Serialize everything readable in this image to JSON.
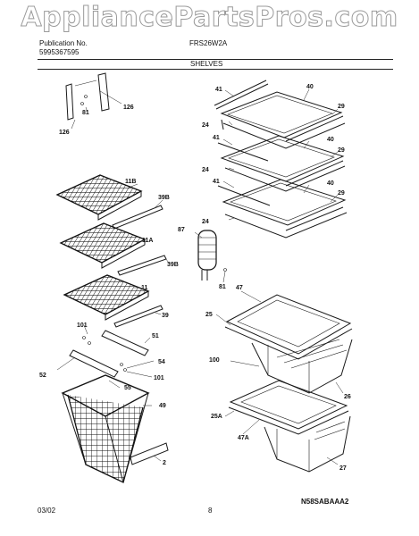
{
  "watermark": "AppliancePartsPros.com",
  "header": {
    "publication_label": "Publication No.",
    "publication_number": "5995367595",
    "model": "FRS26W2A",
    "section": "SHELVES"
  },
  "footer": {
    "date": "03/02",
    "page": "8",
    "drawing_code": "N58SABAAA2"
  },
  "callouts": {
    "c41a": "41",
    "c40a": "40",
    "c29a": "29",
    "c24a": "24",
    "c41b": "41",
    "c40b": "40",
    "c29b": "29",
    "c24b": "24",
    "c41c": "41",
    "c40c": "40",
    "c29c": "29",
    "c24c": "24",
    "c126a": "126",
    "c81a": "81",
    "c126b": "126",
    "c11b": "11B",
    "c39b1": "39B",
    "c11a": "11A",
    "c39b2": "39B",
    "c11": "11",
    "c39": "39",
    "c87": "87",
    "c81b": "81",
    "c47": "47",
    "c25": "25",
    "c100": "100",
    "c26": "26",
    "c25a": "25A",
    "c47a": "47A",
    "c27": "27",
    "c101a": "101",
    "c51": "51",
    "c52": "52",
    "c54": "54",
    "c101b": "101",
    "c55": "55",
    "c49": "49",
    "c2": "2"
  }
}
